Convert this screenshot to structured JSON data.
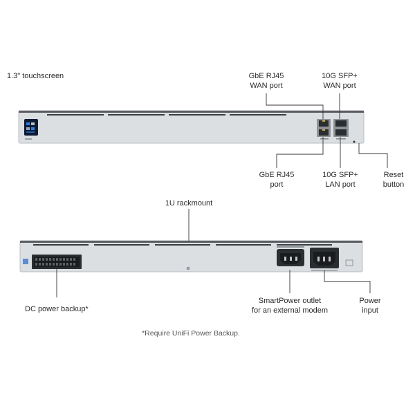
{
  "callouts": {
    "touchscreen": "1.3\" touchscreen",
    "wan_rj45": [
      "GbE RJ45",
      "WAN port"
    ],
    "wan_sfp": [
      "10G SFP+",
      "WAN port"
    ],
    "lan_rj45": [
      "GbE RJ45",
      "port"
    ],
    "lan_sfp": [
      "10G SFP+",
      "LAN port"
    ],
    "reset": [
      "Reset",
      "button"
    ],
    "rackmount": "1U rackmount",
    "dc_backup": "DC power backup*",
    "smartpower": [
      "SmartPower outlet",
      "for an external modem"
    ],
    "power_input": [
      "Power",
      "input"
    ]
  },
  "footnote": "*Require UniFi Power Backup.",
  "colors": {
    "chassis": "#d9dcdf",
    "chassis_edge": "#b9bdc1",
    "leader_line": "#333333",
    "screen": "#0d1b33",
    "screen_accent": "#2f7de1",
    "port_dark": "#2b2e31"
  }
}
